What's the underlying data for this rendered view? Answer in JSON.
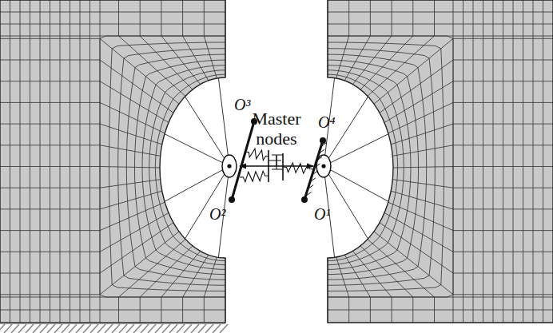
{
  "diagram": {
    "labels": [
      "Master nodes",
      "O³",
      "O⁴",
      "O²",
      "O¹"
    ]
  }
}
